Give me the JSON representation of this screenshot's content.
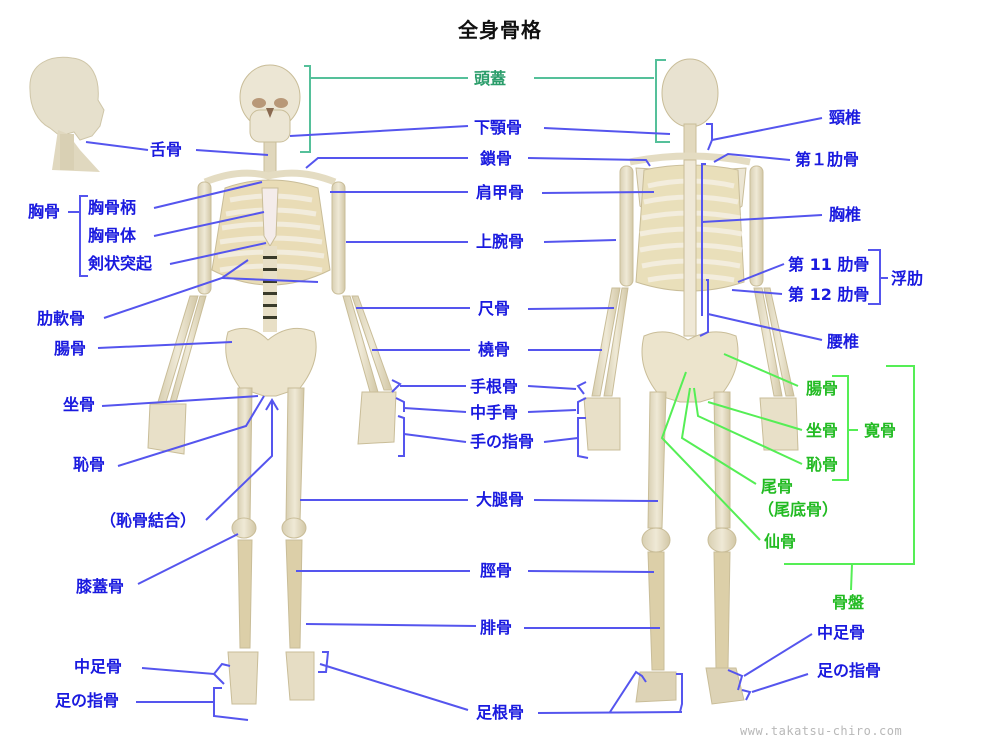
{
  "title": "全身骨格",
  "watermark": "www.takatsu-chiro.com",
  "colors": {
    "label_blue": "#1a1adf",
    "line_blue": "#5555ee",
    "label_green": "#22bb22",
    "line_green": "#55ee55",
    "label_teal": "#2a9d6a",
    "line_teal": "#55c09a",
    "bone": "#e9e2cc",
    "bone_shade": "#cbbf9c"
  },
  "left_labels": {
    "hyoid": "舌骨",
    "sternum": "胸骨",
    "manubrium": "胸骨柄",
    "sternum_body": "胸骨体",
    "xiphoid": "剣状突起",
    "costal_cartilage": "肋軟骨",
    "ilium": "腸骨",
    "ischium": "坐骨",
    "pubis": "恥骨",
    "pubic_symphysis": "（恥骨結合）",
    "patella": "膝蓋骨",
    "metatarsal": "中足骨",
    "toe_phalanges": "足の指骨"
  },
  "center_labels": {
    "skull": "頭蓋",
    "mandible": "下顎骨",
    "clavicle": "鎖骨",
    "scapula": "肩甲骨",
    "humerus": "上腕骨",
    "ulna": "尺骨",
    "radius": "橈骨",
    "carpal": "手根骨",
    "metacarpal": "中手骨",
    "finger_phalanges": "手の指骨",
    "femur": "大腿骨",
    "tibia": "脛骨",
    "fibula": "腓骨",
    "tarsal": "足根骨"
  },
  "right_labels": {
    "cervical": "頸椎",
    "first_rib": "第１肋骨",
    "thoracic": "胸椎",
    "rib_11": "第 11 肋骨",
    "rib_12": "第 12 肋骨",
    "floating_ribs": "浮肋",
    "lumbar": "腰椎",
    "ilium": "腸骨",
    "ischium": "坐骨",
    "hip_bone": "寛骨",
    "pubis": "恥骨",
    "coccyx": "尾骨",
    "coccyx_alt": "（尾底骨）",
    "sacrum": "仙骨",
    "pelvis": "骨盤",
    "metatarsal": "中足骨",
    "toe_phalanges": "足の指骨"
  }
}
